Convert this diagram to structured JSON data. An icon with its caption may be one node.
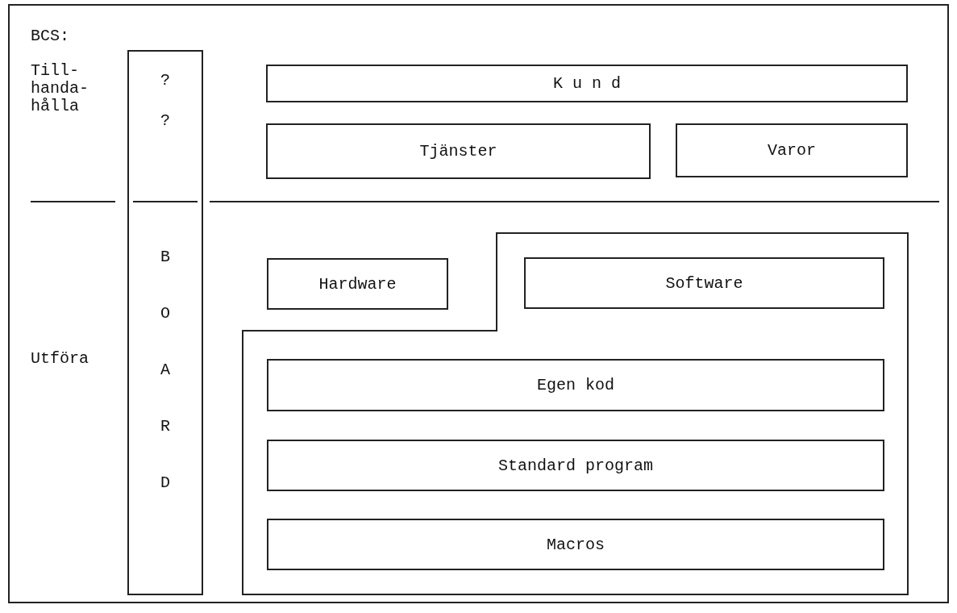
{
  "diagram": {
    "nodes": [
      {
        "text": [
          "?",
          "?",
          "B O A R D"
        ]
      },
      {
        "text": [
          "K u n d"
        ]
      },
      {
        "text": [
          "Tjänster"
        ]
      },
      {
        "text": [
          "Varor"
        ]
      },
      {
        "text": [
          "Hardware"
        ]
      },
      {
        "text": [],
        "shape": "box"
      },
      {
        "text": [
          "Software"
        ],
        "in": 5
      },
      {
        "text": [
          "Egen kod"
        ],
        "in": 5
      },
      {
        "text": [
          "Standard program"
        ],
        "in": 5
      },
      {
        "text": [
          "Macros"
        ],
        "in": 5
      }
    ],
    "edges": [],
    "labels": [
      "BCS:",
      "Till- handa- hålla",
      "Utföra"
    ]
  }
}
